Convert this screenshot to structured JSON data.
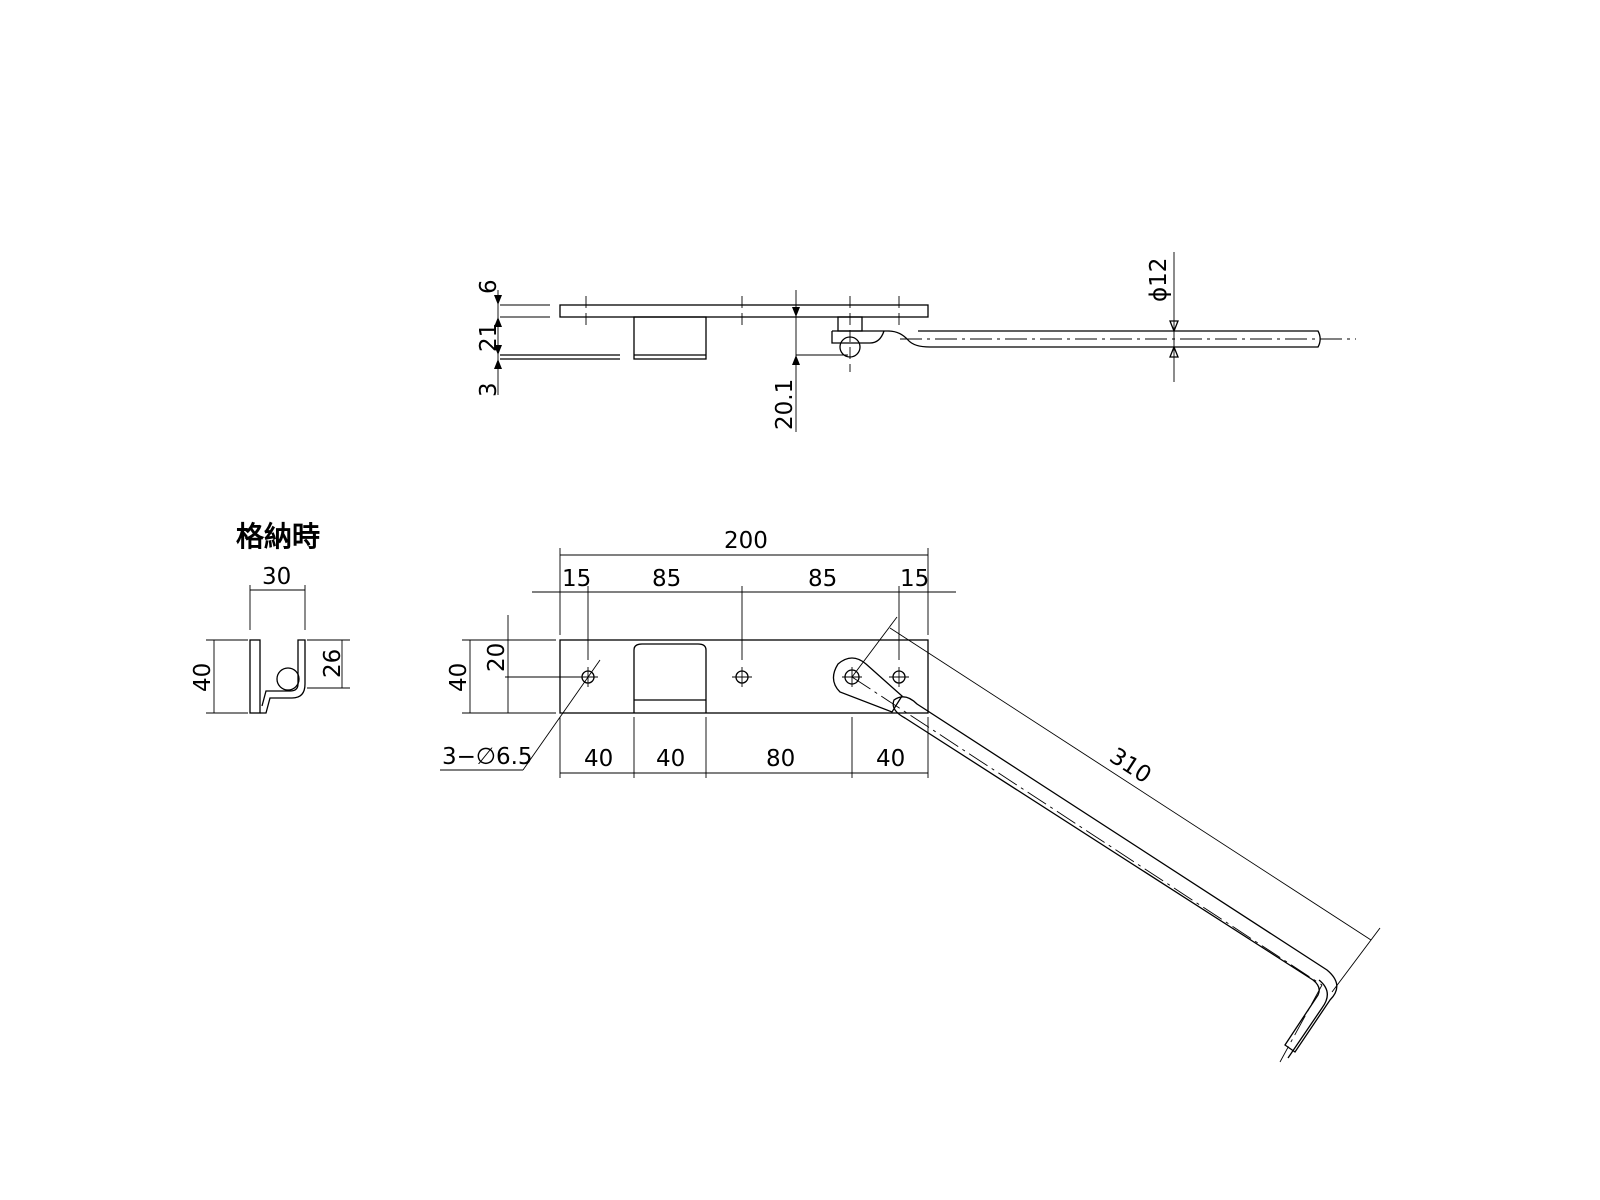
{
  "drawing": {
    "title_storage": "格納時",
    "dimensions": {
      "side_plate_thickness": "6",
      "side_block_height": "21",
      "side_base_thickness": "3",
      "side_pivot_height": "20.1",
      "rod_diameter": "ϕ12",
      "overall_length": "200",
      "hole_offset_left": "15",
      "hole_pitch_1": "85",
      "hole_pitch_2": "85",
      "hole_offset_right": "15",
      "plate_width": "40",
      "hole_height": "20",
      "holes_spec": "3−∅6.5",
      "seg_1": "40",
      "seg_2": "40",
      "seg_3": "80",
      "seg_4": "40",
      "arm_length": "310",
      "stored_width": "30",
      "stored_height": "40",
      "stored_hook_height": "26"
    }
  }
}
